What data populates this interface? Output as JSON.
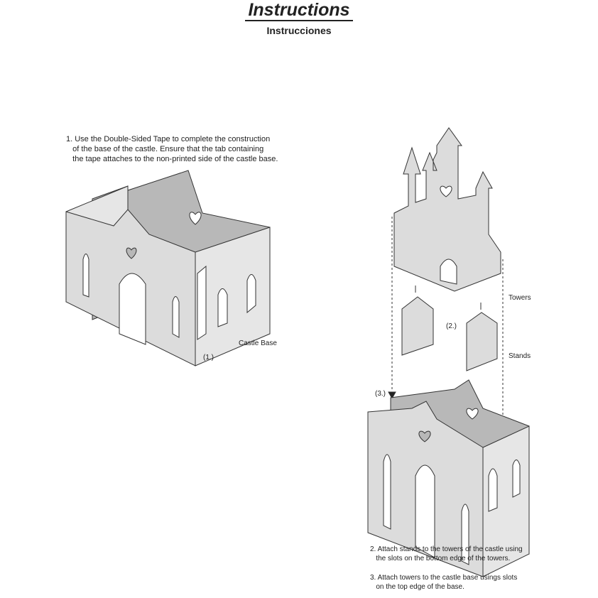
{
  "header": {
    "title": "Instructions",
    "subtitle": "Instrucciones"
  },
  "steps": [
    {
      "text": "1. Use the Double-Sided Tape to complete the construction\n   of the base of the castle. Ensure that the tab containing\n   the tape attaches to the non-printed side of the castle base."
    },
    {
      "text": "2. Attach stands to the towers of the castle using\n   the slots on the bottom edge of the towers."
    },
    {
      "text": "3. Attach towers to the castle base usings slots\n   on the top edge of the base."
    }
  ],
  "labels": {
    "castle_base": "Castle Base",
    "step1_marker": "(1.)",
    "step2_marker": "(2.)",
    "step3_marker": "(3.)",
    "towers": "Towers",
    "stands": "Stands"
  },
  "colors": {
    "light": "#dcdcdc",
    "mid": "#b8b8b8",
    "outline": "#333333"
  }
}
